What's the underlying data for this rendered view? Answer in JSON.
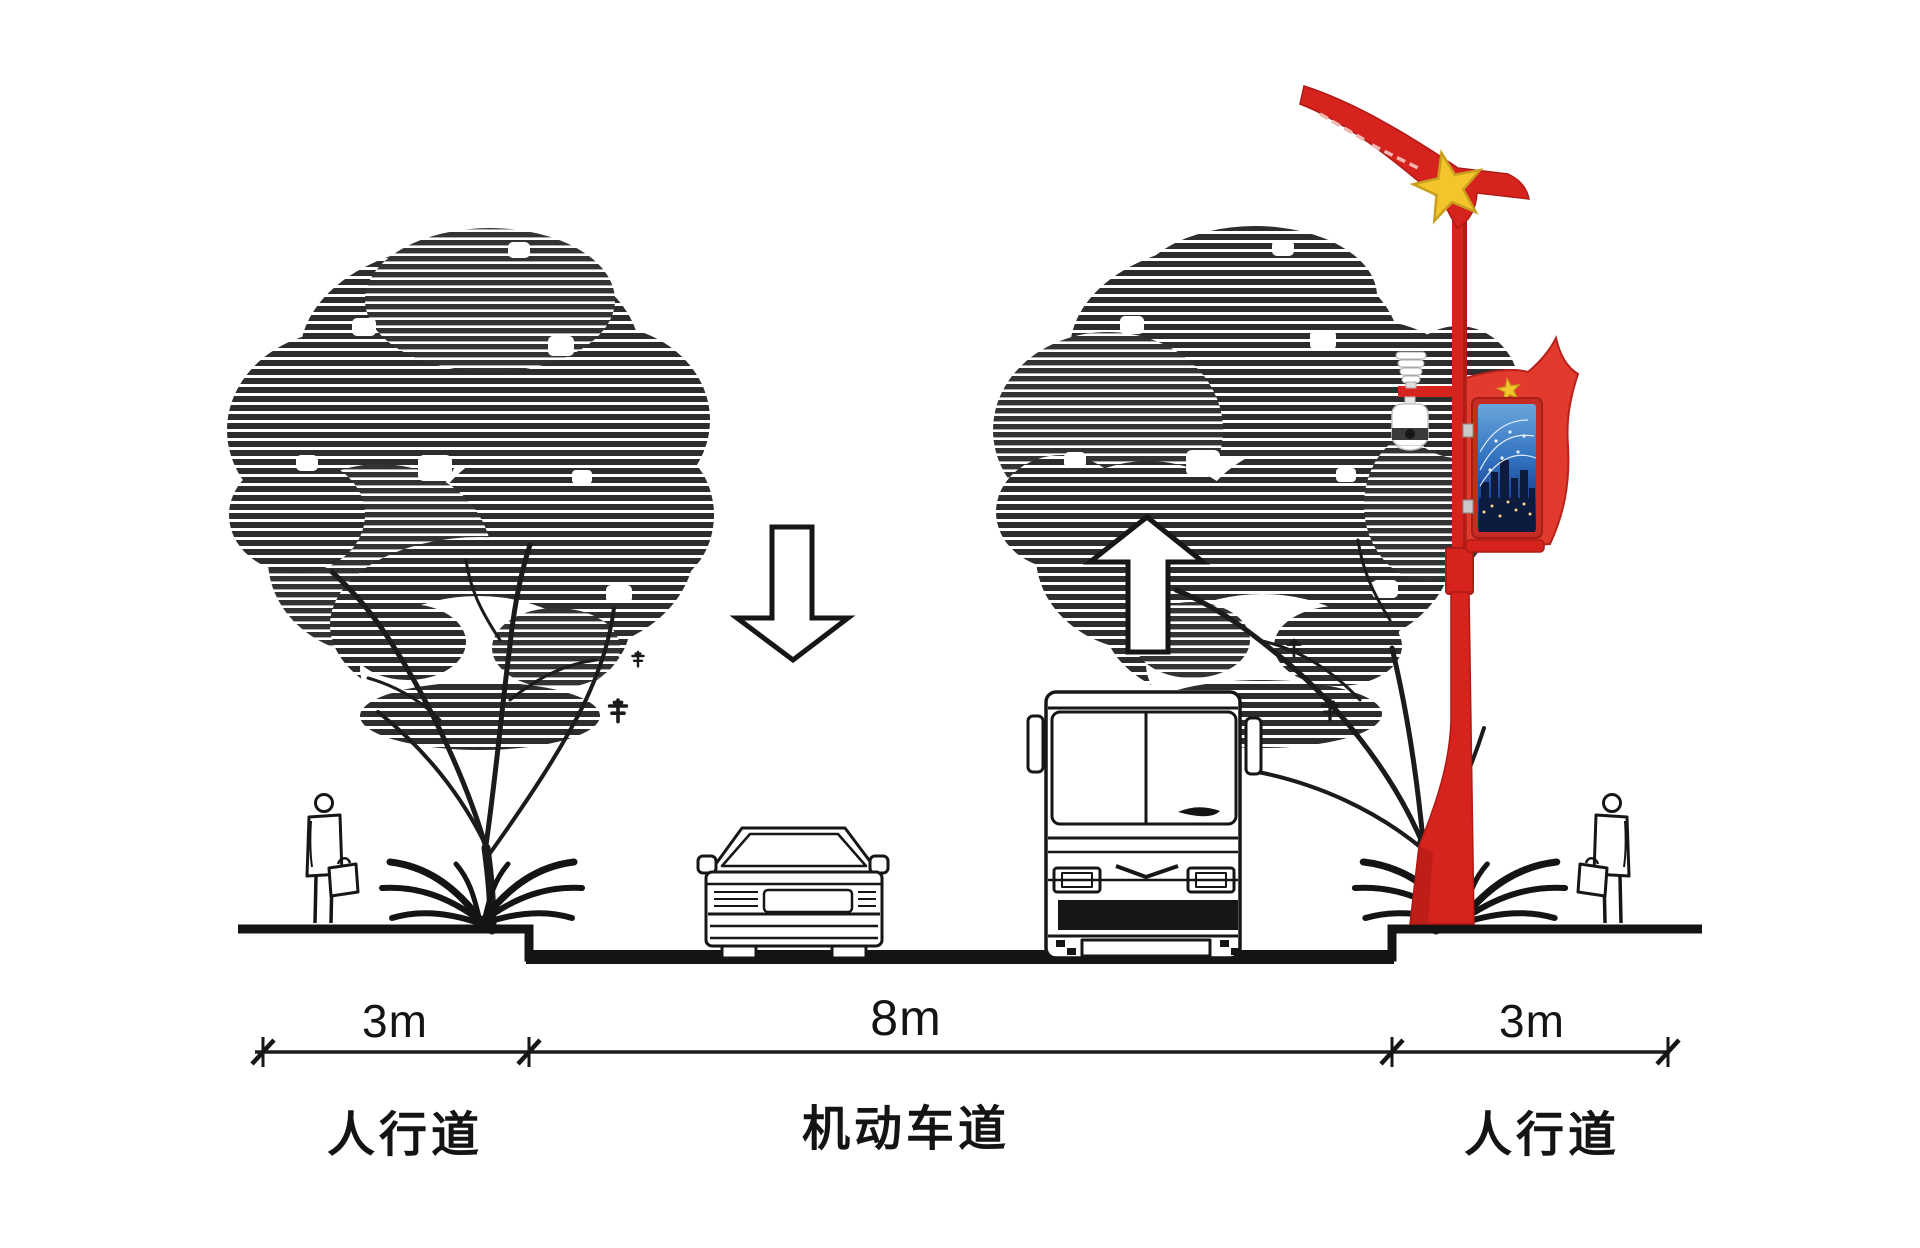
{
  "diagram": {
    "dimension_row": {
      "segments": [
        {
          "length": "3m",
          "zone": "人行道"
        },
        {
          "length": "8m",
          "zone": "机动车道"
        },
        {
          "length": "3m",
          "zone": "人行道"
        }
      ]
    },
    "colors": {
      "ink": "#161616",
      "pole_red": "#d7231e",
      "flag_red": "#e23a2c",
      "dark_red": "#b01a15",
      "star_gold": "#f4c42c",
      "screen_sky_blue": "#6aa6dd",
      "screen_deep_blue": "#0c1c44",
      "screen_light_warm": "#ffd687"
    },
    "elements": [
      "left-tree",
      "right-tree",
      "down-arrow",
      "up-arrow",
      "car",
      "bus",
      "pedestrian-left",
      "pedestrian-right",
      "shrub-left",
      "shrub-right",
      "smart-lamp-pole",
      "pole-top-arm",
      "gold-star",
      "weather-sensor",
      "ptz-camera",
      "flag-display-panel",
      "led-screen",
      "ground-profile",
      "dimension-line"
    ]
  }
}
